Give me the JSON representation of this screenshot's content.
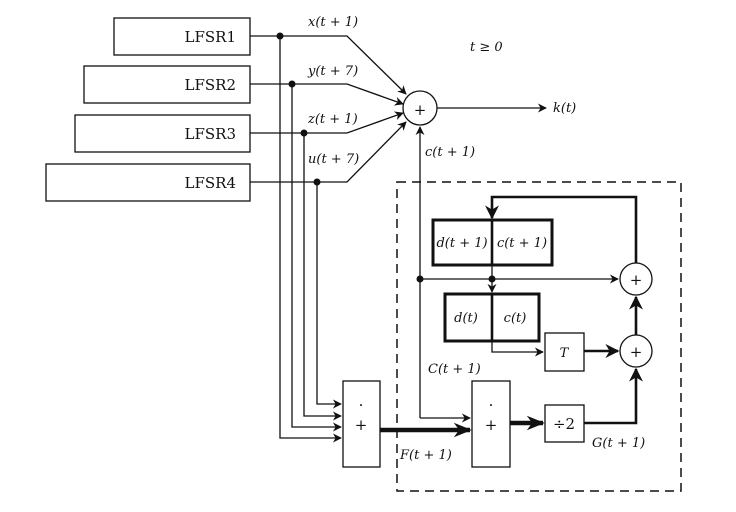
{
  "lfsr": [
    "LFSR1",
    "LFSR2",
    "LFSR3",
    "LFSR4"
  ],
  "inputs": [
    "x(t + 1)",
    "y(t + 7)",
    "z(t + 1)",
    "u(t + 7)"
  ],
  "condition": "t ≥ 0",
  "output": "k(t)",
  "carry_out": "c(t + 1)",
  "plus": "+",
  "dot": "·",
  "reg_next": {
    "d": "d(t + 1)",
    "c": "c(t + 1)"
  },
  "reg_now": {
    "d": "d(t)",
    "c": "c(t)"
  },
  "t_box": "T",
  "half_box": "÷2",
  "C_label": "C(t + 1)",
  "F_label": "F(t + 1)",
  "G_label": "G(t + 1)"
}
